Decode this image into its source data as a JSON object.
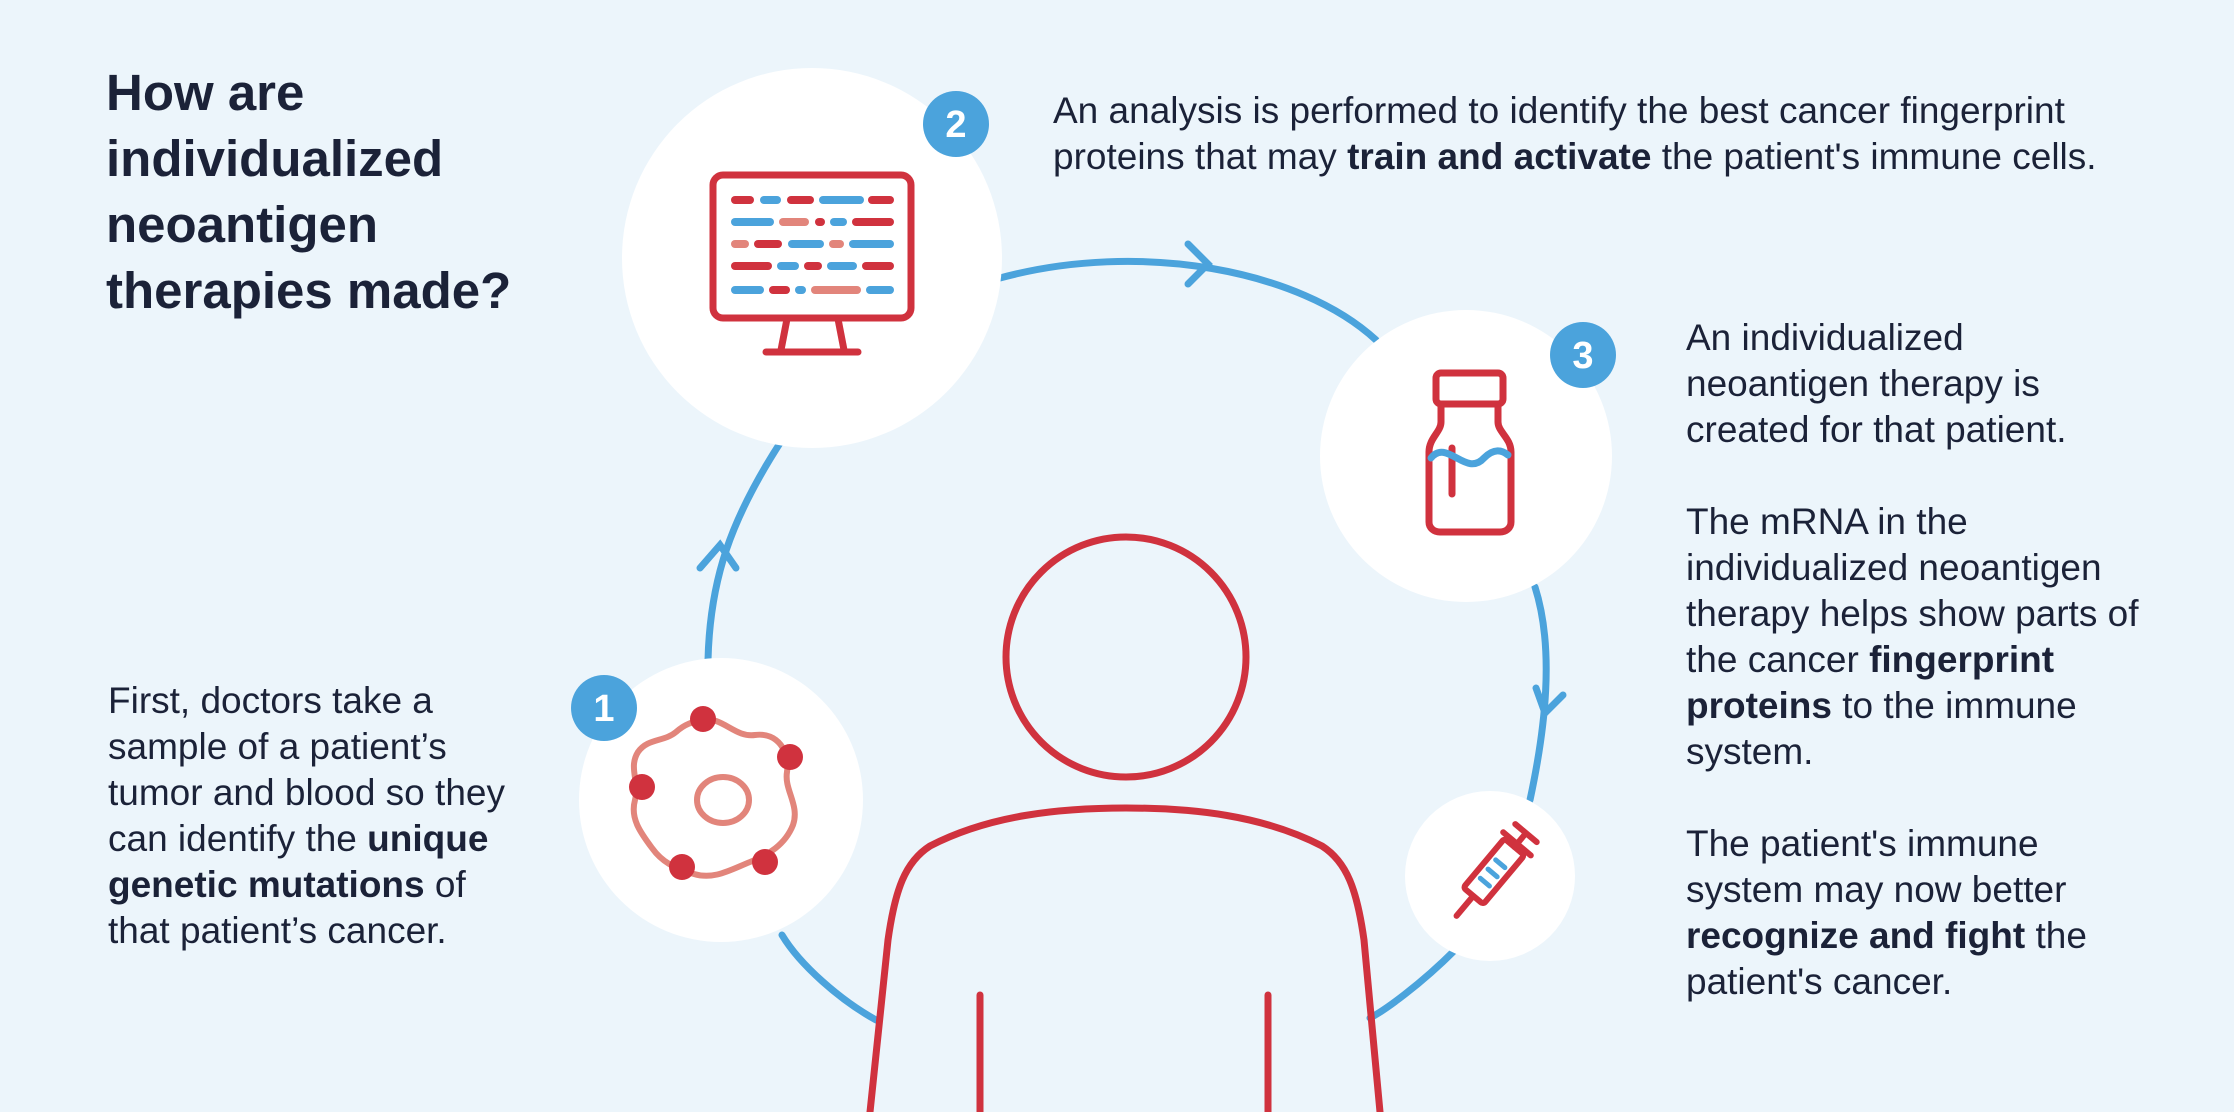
{
  "title": "How are individualized neoantigen therapies made?",
  "steps": [
    {
      "number": "1",
      "icon": "tumor-cell-icon",
      "text_before": "First, doctors take a sample of a patient’s tumor and blood so they can identify the",
      "text_bold": "unique genetic mutations",
      "text_after": "of that patient’s cancer."
    },
    {
      "number": "2",
      "icon": "computer-monitor-icon",
      "text_before": "An analysis is performed to identify the best cancer fingerprint proteins that may",
      "text_bold": "train and activate",
      "text_after": "the patient's immune cells."
    },
    {
      "number": "3",
      "icon": "vial-icon",
      "para1": "An individualized neoantigen therapy is created for that patient.",
      "para2_before": "The mRNA in the individualized neoantigen therapy helps show parts of the cancer",
      "para2_bold": "fingerprint proteins",
      "para2_after": "to the immune system.",
      "para3_before": "The patient's immune system may now better",
      "para3_bold": "recognize and fight",
      "para3_after": "the patient's cancer."
    }
  ],
  "extra_icons": [
    "syringe-icon",
    "person-icon"
  ],
  "colors": {
    "background": "#ecf5fb",
    "accent_blue": "#4ba3dc",
    "accent_red": "#d0323e",
    "accent_salmon": "#e2857b",
    "text_dark": "#1b2238",
    "circle_fill": "#ffffff"
  }
}
